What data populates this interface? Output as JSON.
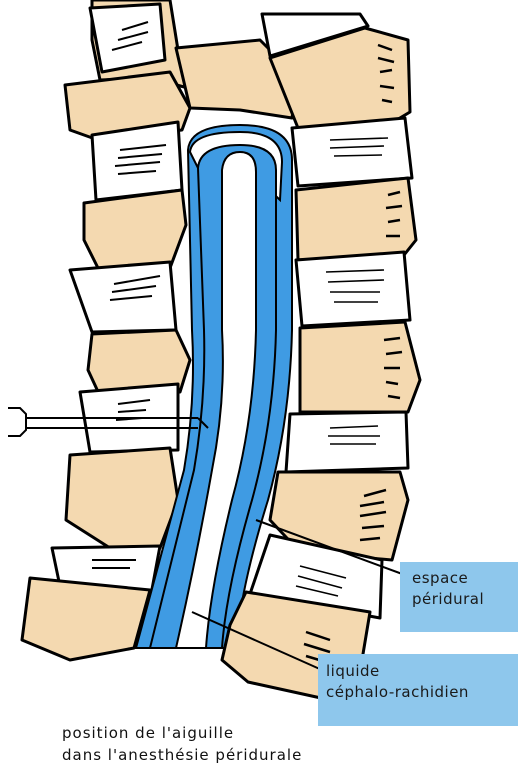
{
  "labels": {
    "epidural_space": [
      "espace",
      "péridural"
    ],
    "csf": [
      "liquide",
      "céphalo-rachidien"
    ]
  },
  "caption": [
    "position de l'aiguille",
    "dans l'anesthésie péridurale"
  ],
  "colors": {
    "bone": "#f4d9b0",
    "outline": "#000000",
    "epidural_blue": "#3f9be3",
    "label_box": "#8ec7ec",
    "background": "#ffffff"
  }
}
